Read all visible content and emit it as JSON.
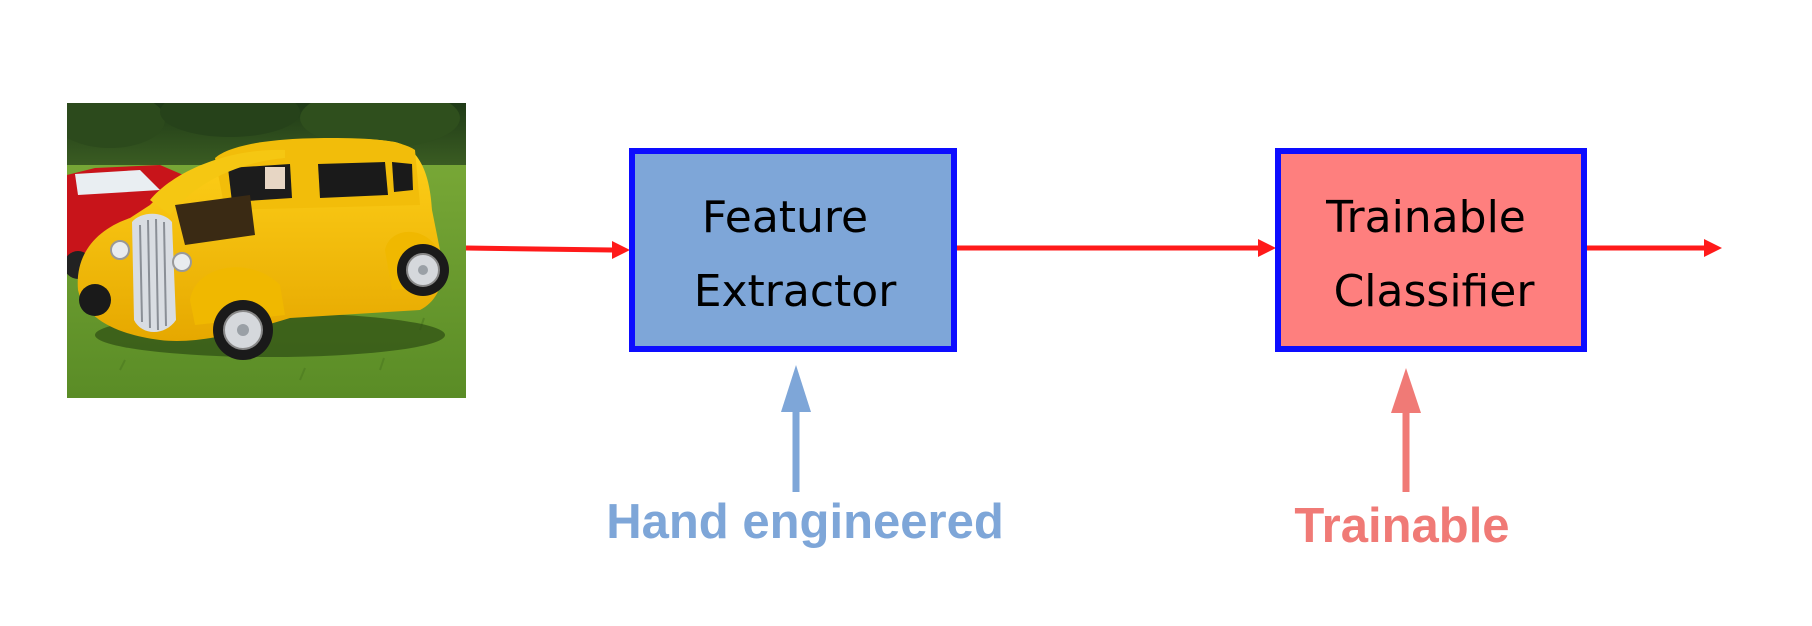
{
  "colors": {
    "arrow": "#ff1a1a",
    "border": "#0d0dff",
    "extractor_fill": "#7ea6d8",
    "classifier_fill": "#fe7f7e",
    "hand_label": "#7ea6d8",
    "trainable_label": "#f07a76"
  },
  "input_image": {
    "subject": "yellow vintage hot rod car on grass",
    "icon": "car-photo"
  },
  "feature_extractor": {
    "line1": "Feature",
    "line2": "Extractor"
  },
  "classifier": {
    "line1": "Trainable",
    "line2": "Classifier"
  },
  "labels": {
    "hand_engineered": "Hand engineered",
    "trainable": "Trainable"
  }
}
